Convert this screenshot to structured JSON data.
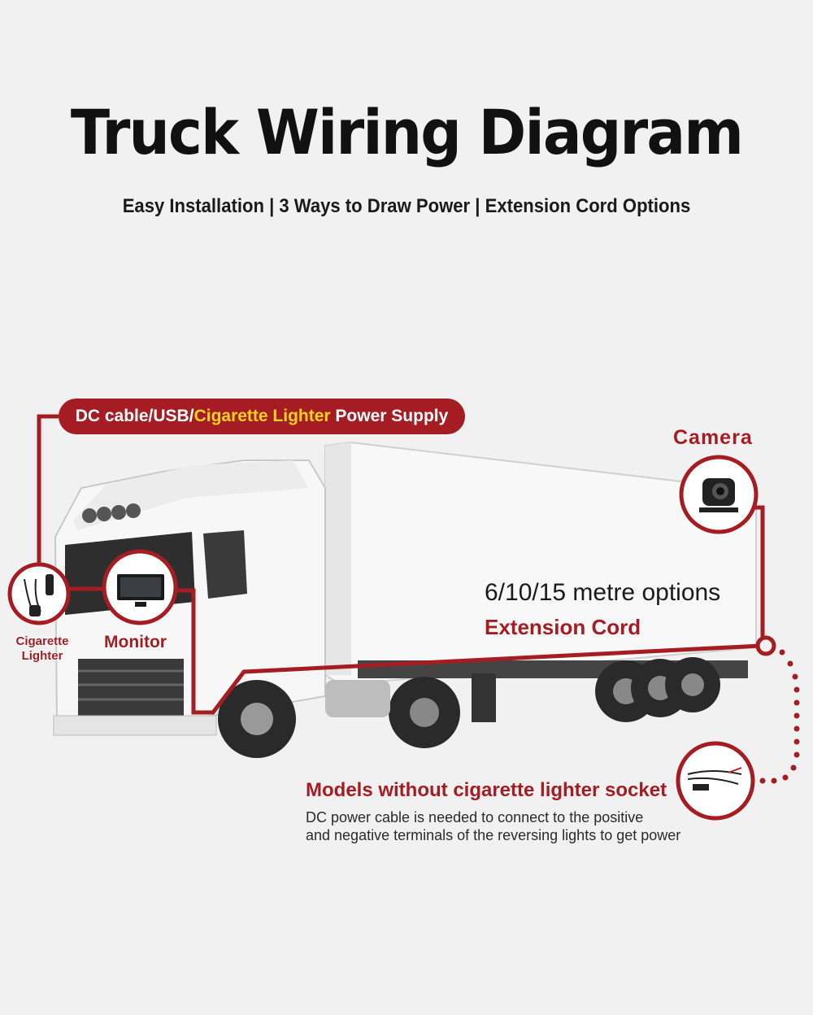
{
  "header": {
    "title": "Truck Wiring Diagram",
    "subtitle": "Easy Installation | 3 Ways to Draw Power | Extension Cord Options"
  },
  "power_supply": {
    "part1": "DC cable/USB/",
    "highlight": "Cigarette Lighter",
    "part2": " Power Supply"
  },
  "labels": {
    "camera": "Camera",
    "monitor": "Monitor",
    "cigarette_line1": "Cigarette",
    "cigarette_line2": "Lighter",
    "extension_options": "6/10/15 metre options",
    "extension_cord": "Extension Cord"
  },
  "models": {
    "heading": "Models without cigarette lighter socket",
    "line1": "DC power cable is needed to connect to the positive",
    "line2": "and negative terminals of the reversing lights to get power"
  },
  "colors": {
    "accent": "#a51d22",
    "highlight": "#ffd21c",
    "background": "#f1f1f1"
  },
  "icons": [
    "truck-illustration",
    "camera-icon",
    "monitor-icon",
    "cigarette-lighter-icon",
    "dc-cable-icon"
  ]
}
